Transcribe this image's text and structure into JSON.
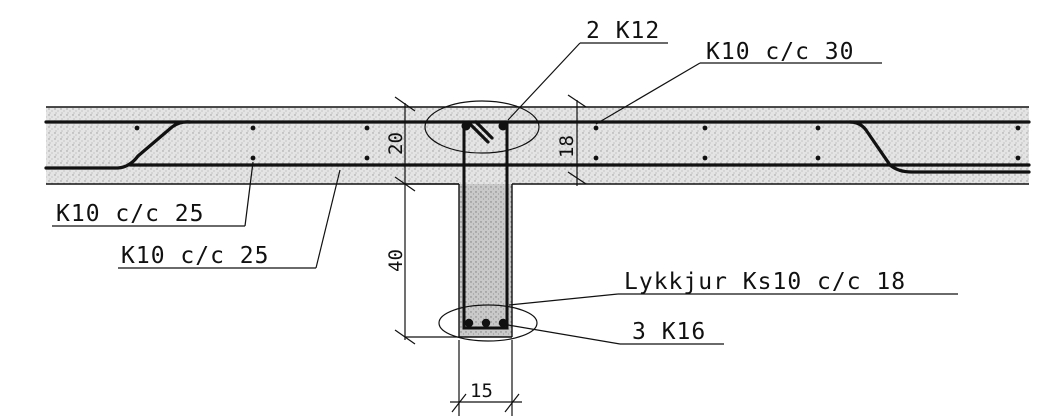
{
  "labels": {
    "top_bars": "2 K12",
    "slab_top_reinf": "K10 c/c 30",
    "slab_bottom_left_1": "K10 c/c 25",
    "slab_bottom_left_2": "K10 c/c 25",
    "stirrups": "Lykkjur Ks10 c/c 18",
    "bottom_bars": "3 K16"
  },
  "dimensions": {
    "slab_thickness_left": "20",
    "slab_thickness_right": "18",
    "web_depth": "40",
    "web_width": "15"
  }
}
